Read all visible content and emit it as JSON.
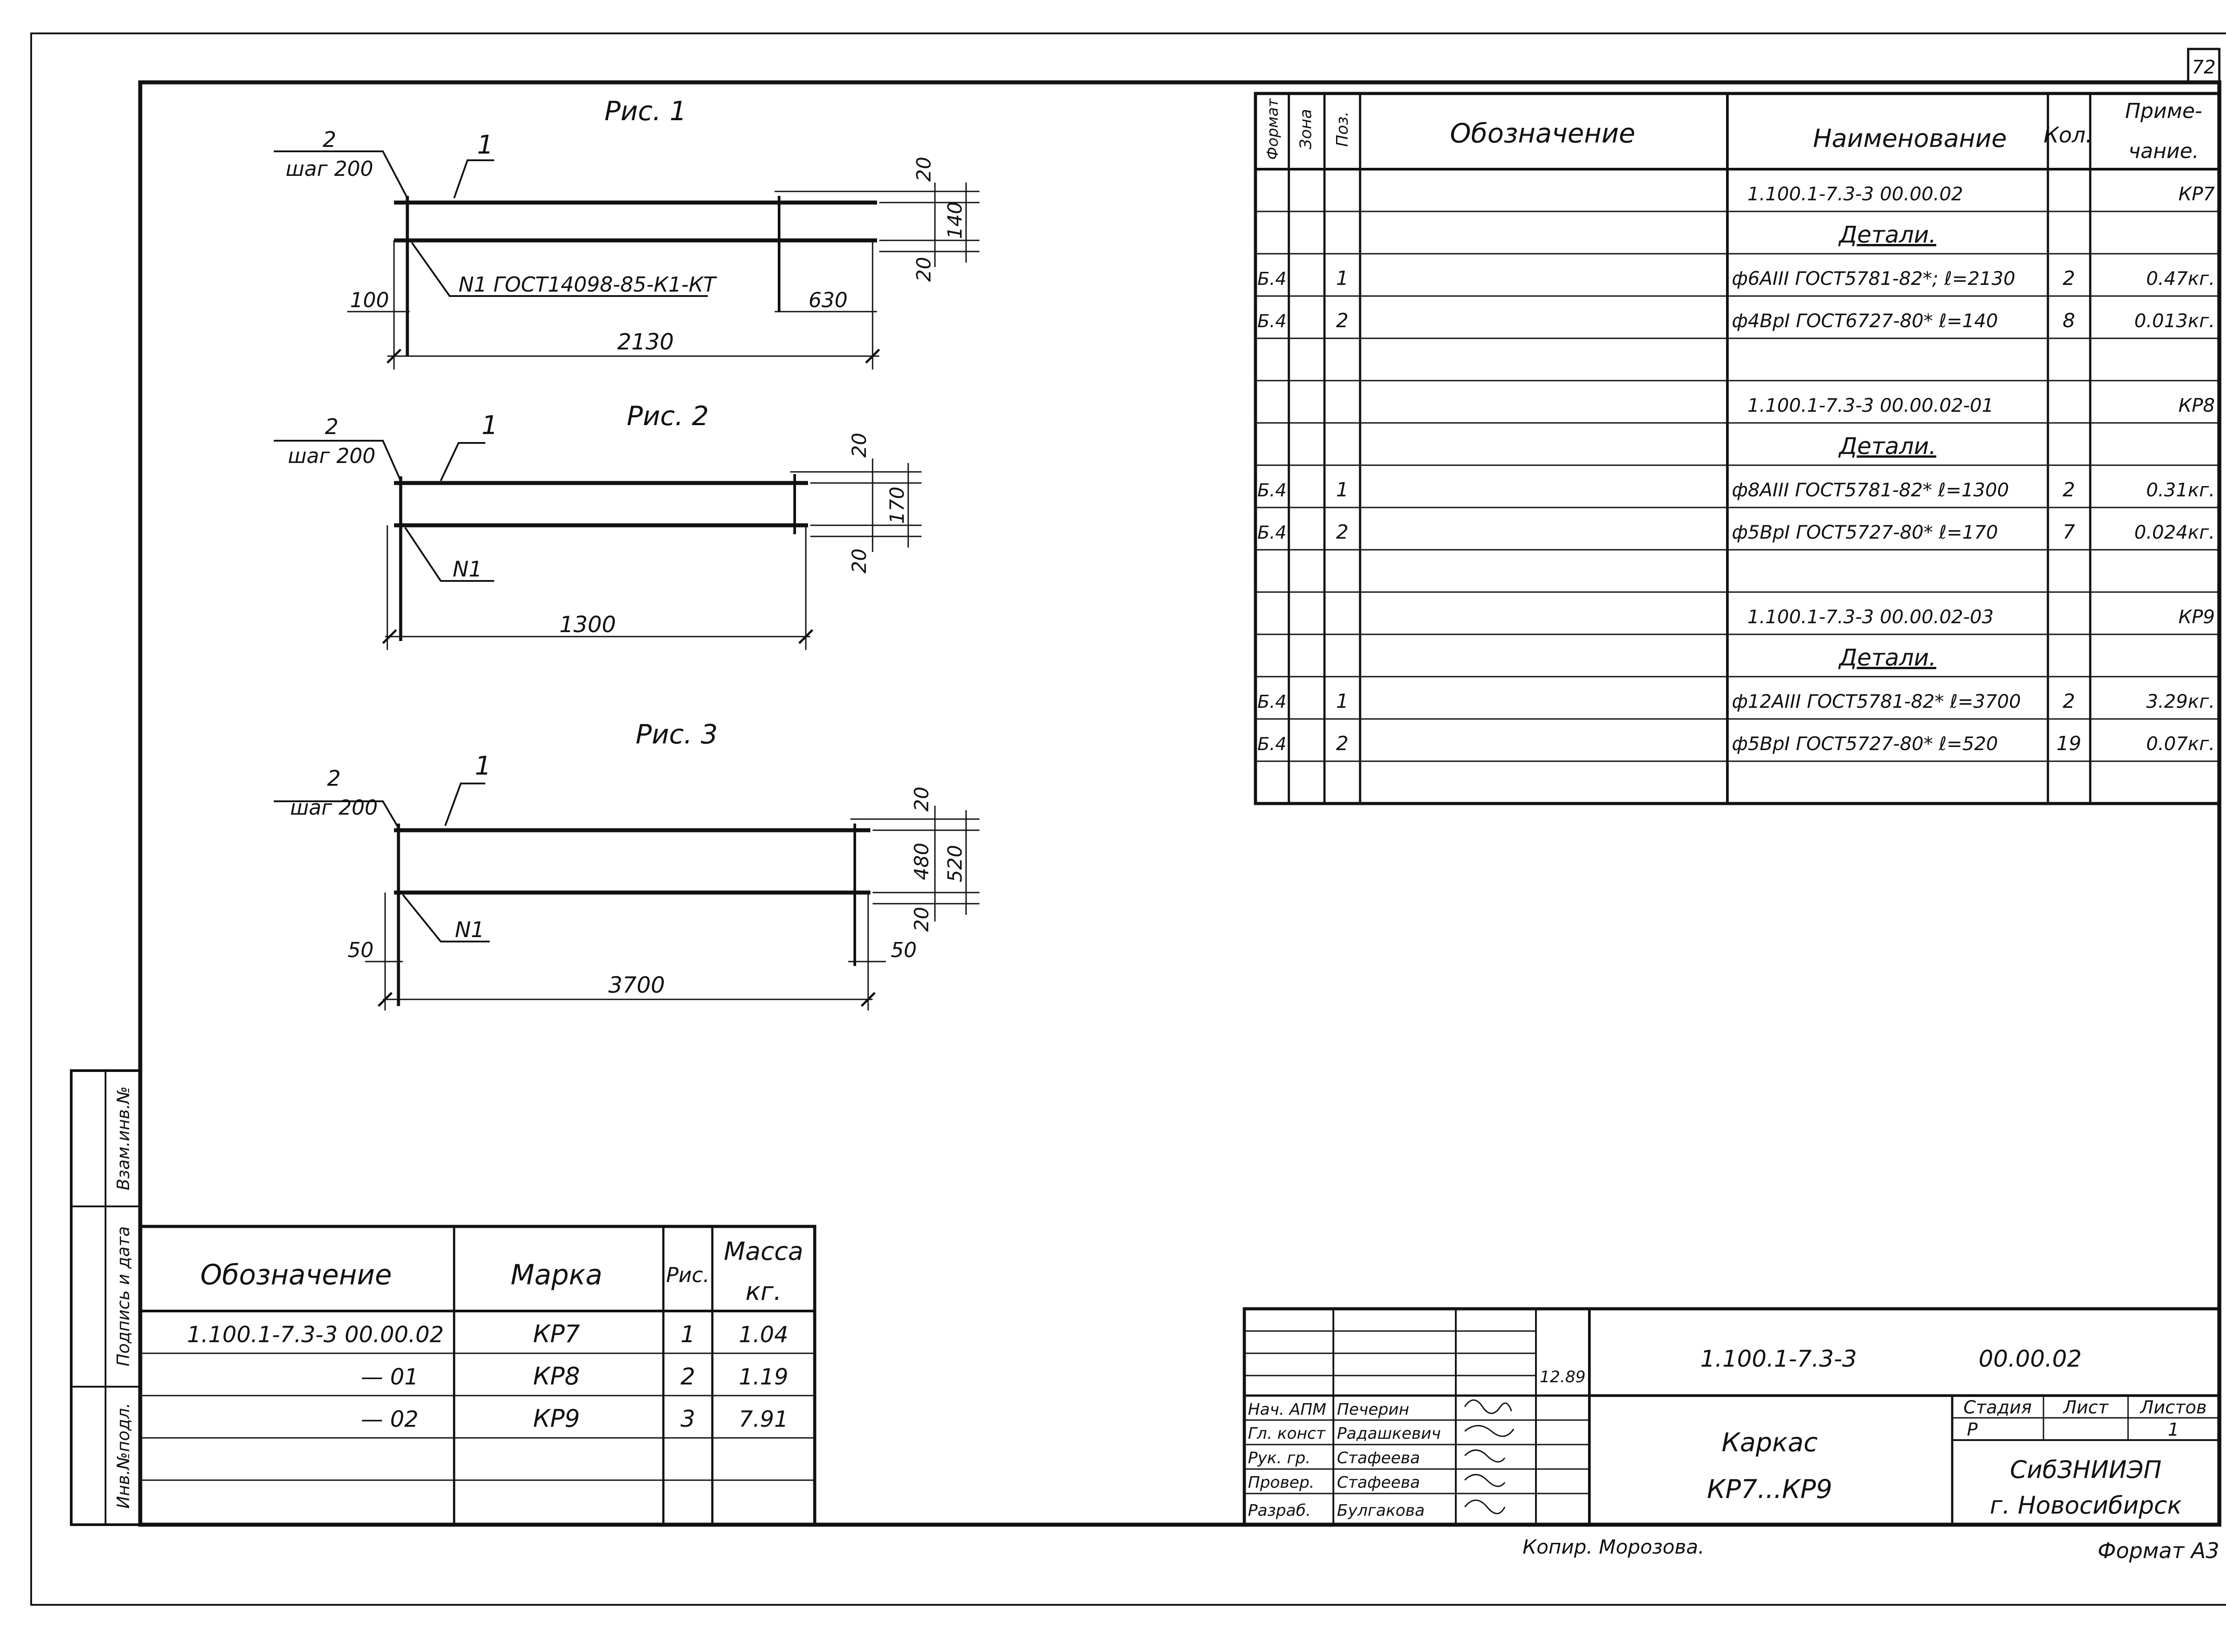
{
  "sheet_number": "72",
  "figures": {
    "fig1": {
      "title": "Рис. 1",
      "callout_rod": "1",
      "callout_stirrup_num": "2",
      "callout_stirrup_step": "шаг 200",
      "weld_note": "N1 ГОСТ14098-85-К1-КТ",
      "dim_top_cover": "20",
      "dim_bottom_cover": "20",
      "dim_height": "140",
      "dim_left": "100",
      "dim_right": "630",
      "dim_length": "2130"
    },
    "fig2": {
      "title": "Рис. 2",
      "callout_rod": "1",
      "callout_stirrup_num": "2",
      "callout_stirrup_step": "шаг 200",
      "weld_note": "N1",
      "dim_top_cover": "20",
      "dim_bottom_cover": "20",
      "dim_height": "170",
      "dim_length": "1300"
    },
    "fig3": {
      "title": "Рис. 3",
      "callout_rod": "1",
      "callout_stirrup_num": "2",
      "callout_stirrup_step": "шаг 200",
      "weld_note": "N1",
      "dim_top_cover": "20",
      "dim_bottom_cover": "20",
      "dim_inner": "480",
      "dim_height": "520",
      "dim_left": "50",
      "dim_right": "50",
      "dim_length": "3700"
    }
  },
  "spec_table": {
    "headers": {
      "format": "Формат",
      "zone": "Зона",
      "pos": "Поз.",
      "designation": "Обозначение",
      "name": "Наименование",
      "qty": "Кол.",
      "note_line1": "Приме-",
      "note_line2": "чание."
    },
    "rows": [
      {
        "format": "",
        "zone": "",
        "pos": "",
        "designation": "",
        "name": "1.100.1-7.3-3   00.00.02",
        "qty": "",
        "note": "КР7"
      },
      {
        "format": "",
        "zone": "",
        "pos": "",
        "designation": "",
        "name": "Детали.",
        "qty": "",
        "note": "",
        "underline": true
      },
      {
        "format": "Б.4",
        "zone": "",
        "pos": "1",
        "designation": "",
        "name": "ф6АIII ГОСТ5781-82*; ℓ=2130",
        "qty": "2",
        "note": "0.47кг."
      },
      {
        "format": "Б.4",
        "zone": "",
        "pos": "2",
        "designation": "",
        "name": "ф4ВрI ГОСТ6727-80* ℓ=140",
        "qty": "8",
        "note": "0.013кг."
      },
      {
        "format": "",
        "zone": "",
        "pos": "",
        "designation": "",
        "name": "",
        "qty": "",
        "note": ""
      },
      {
        "format": "",
        "zone": "",
        "pos": "",
        "designation": "",
        "name": "1.100.1-7.3-3    00.00.02-01",
        "qty": "",
        "note": "КР8"
      },
      {
        "format": "",
        "zone": "",
        "pos": "",
        "designation": "",
        "name": "Детали.",
        "qty": "",
        "note": "",
        "underline": true
      },
      {
        "format": "Б.4",
        "zone": "",
        "pos": "1",
        "designation": "",
        "name": "ф8АIII ГОСТ5781-82* ℓ=1300",
        "qty": "2",
        "note": "0.31кг."
      },
      {
        "format": "Б.4",
        "zone": "",
        "pos": "2",
        "designation": "",
        "name": "ф5ВрI ГОСТ5727-80* ℓ=170",
        "qty": "7",
        "note": "0.024кг."
      },
      {
        "format": "",
        "zone": "",
        "pos": "",
        "designation": "",
        "name": "",
        "qty": "",
        "note": ""
      },
      {
        "format": "",
        "zone": "",
        "pos": "",
        "designation": "",
        "name": "1.100.1-7.3-3  00.00.02-03",
        "qty": "",
        "note": "КР9"
      },
      {
        "format": "",
        "zone": "",
        "pos": "",
        "designation": "",
        "name": "Детали.",
        "qty": "",
        "note": "",
        "underline": true
      },
      {
        "format": "Б.4",
        "zone": "",
        "pos": "1",
        "designation": "",
        "name": "ф12АIII ГОСТ5781-82* ℓ=3700",
        "qty": "2",
        "note": "3.29кг."
      },
      {
        "format": "Б.4",
        "zone": "",
        "pos": "2",
        "designation": "",
        "name": "ф5ВрI ГОСТ5727-80* ℓ=520",
        "qty": "19",
        "note": "0.07кг."
      },
      {
        "format": "",
        "zone": "",
        "pos": "",
        "designation": "",
        "name": "",
        "qty": "",
        "note": ""
      }
    ]
  },
  "mark_table": {
    "headers": {
      "designation": "Обозначение",
      "mark": "Марка",
      "fig": "Рис.",
      "mass_line1": "Масса",
      "mass_line2": "кг."
    },
    "rows": [
      {
        "designation": "1.100.1-7.3-3  00.00.02",
        "mark": "КР7",
        "fig": "1",
        "mass": "1.04"
      },
      {
        "designation": "— 01",
        "mark": "КР8",
        "fig": "2",
        "mass": "1.19"
      },
      {
        "designation": "— 02",
        "mark": "КР9",
        "fig": "3",
        "mass": "7.91"
      },
      {
        "designation": "",
        "mark": "",
        "fig": "",
        "mass": ""
      },
      {
        "designation": "",
        "mark": "",
        "fig": "",
        "mass": ""
      }
    ]
  },
  "side_stamp": {
    "inv_podl": "Инв.№подл.",
    "sign_date": "Подпись и дата",
    "vzam_inv": "Взам.инв.№"
  },
  "title_block": {
    "date": "12.89",
    "doc_code": "1.100.1-7.3-3",
    "doc_number": "00.00.02",
    "title_line1": "Каркас",
    "title_line2": "КР7...КР9",
    "stage_label": "Стадия",
    "sheet_label": "Лист",
    "sheets_label": "Листов",
    "stage_value": "Р",
    "sheets_value": "1",
    "org_line1": "СибЗНИИЭП",
    "org_line2": "г. Новосибирск",
    "people": [
      {
        "role": "Нач. АПМ",
        "name": "Печерин"
      },
      {
        "role": "Гл. конст",
        "name": "Радашкевич"
      },
      {
        "role": "Рук. гр.",
        "name": "Стафеева"
      },
      {
        "role": "Провер.",
        "name": "Стафеева"
      },
      {
        "role": "Разраб.",
        "name": "Булгакова"
      }
    ]
  },
  "footer": {
    "copied": "Копир. Морозова.",
    "format": "Формат А3"
  }
}
